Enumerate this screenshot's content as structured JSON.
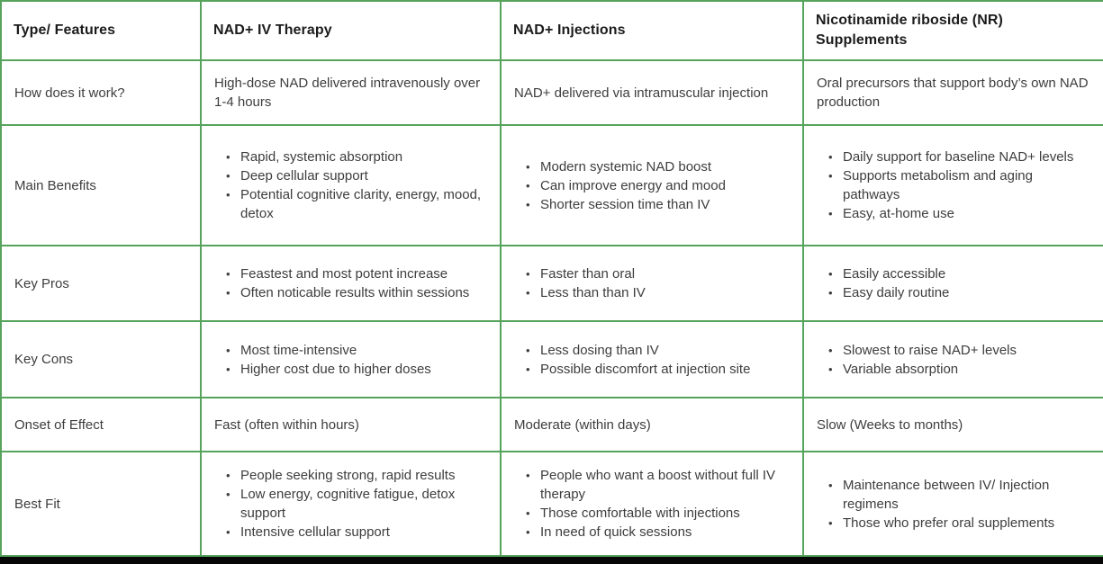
{
  "colors": {
    "border_green": "#56a45c",
    "header_text": "#1c1c1c",
    "body_text": "#3d3d3d",
    "bottom_bar": "#060606"
  },
  "table": {
    "headers": [
      "Type/ Features",
      "NAD+ IV Therapy",
      "NAD+ Injections",
      "Nicotinamide riboside (NR) Supplements"
    ],
    "rows": [
      {
        "label": "How does it work?",
        "cells": [
          {
            "text": "High-dose NAD delivered intravenously over 1-4 hours"
          },
          {
            "text": "NAD+ delivered via intramuscular injection"
          },
          {
            "text": "Oral precursors that support body’s own NAD production"
          }
        ]
      },
      {
        "label": "Main Benefits",
        "cells": [
          {
            "bullets": [
              "Rapid, systemic absorption",
              "Deep cellular support",
              "Potential cognitive clarity, energy, mood, detox"
            ]
          },
          {
            "bullets": [
              "Modern systemic NAD boost",
              "Can improve energy and mood",
              "Shorter session time than IV"
            ]
          },
          {
            "bullets": [
              "Daily support for baseline NAD+ levels",
              "Supports metabolism and aging pathways",
              "Easy, at-home use"
            ]
          }
        ]
      },
      {
        "label": "Key Pros",
        "cells": [
          {
            "bullets": [
              "Feastest and most potent increase",
              "Often noticable results within sessions"
            ]
          },
          {
            "bullets": [
              "Faster than oral",
              "Less than than IV"
            ]
          },
          {
            "bullets": [
              "Easily accessible",
              "Easy daily routine"
            ]
          }
        ]
      },
      {
        "label": "Key Cons",
        "cells": [
          {
            "bullets": [
              "Most time-intensive",
              "Higher cost due to higher doses"
            ]
          },
          {
            "bullets": [
              "Less dosing than IV",
              "Possible discomfort at  injection site"
            ]
          },
          {
            "bullets": [
              "Slowest to raise NAD+ levels",
              "Variable absorption"
            ]
          }
        ]
      },
      {
        "label": "Onset of Effect",
        "cells": [
          {
            "text": "Fast (often within hours)"
          },
          {
            "text": "Moderate (within days)"
          },
          {
            "text": "Slow (Weeks to months)"
          }
        ]
      },
      {
        "label": "Best Fit",
        "cells": [
          {
            "bullets": [
              "People seeking strong, rapid results",
              "Low energy, cognitive fatigue, detox support",
              "Intensive cellular support"
            ]
          },
          {
            "bullets": [
              "People who want a boost without full IV therapy",
              "Those comfortable with injections",
              "In need of quick sessions"
            ]
          },
          {
            "bullets": [
              "Maintenance between IV/ Injection regimens",
              "Those who prefer oral supplements"
            ]
          }
        ]
      }
    ]
  }
}
